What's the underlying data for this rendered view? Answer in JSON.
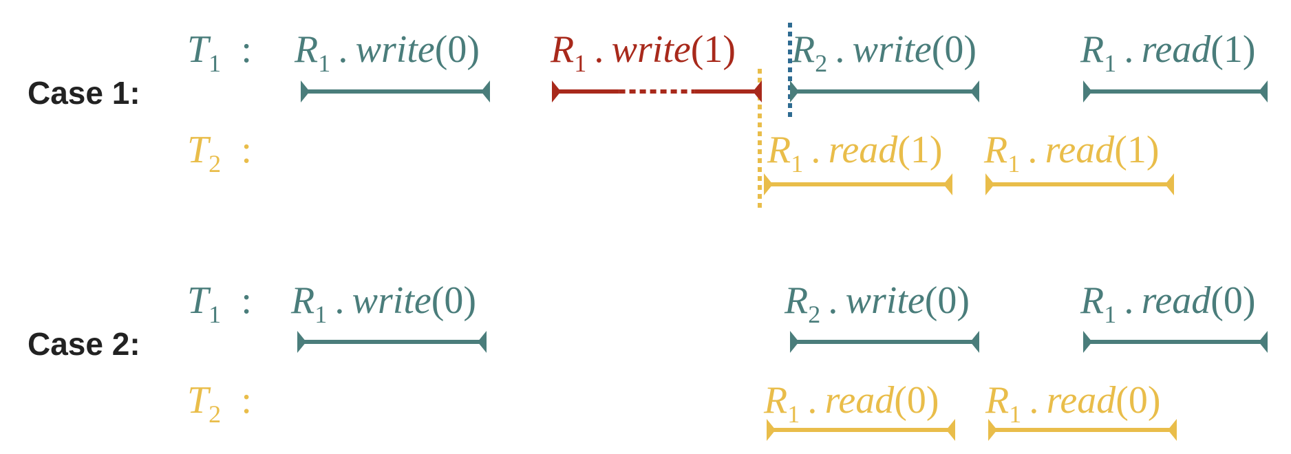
{
  "colors": {
    "teal": "#4a7d7b",
    "gold": "#e9bd4a",
    "red": "#a8291b",
    "blue_dash": "#2e6b91",
    "label": "#222222"
  },
  "cases": [
    {
      "label": "Case 1:",
      "threads": [
        {
          "name": "T",
          "sub": "1",
          "colon": ":",
          "color": "teal",
          "ops": [
            {
              "reg": "R",
              "sub": "1",
              "dot": ".",
              "op": "write",
              "arg": "(0)",
              "color": "teal",
              "style": "solid"
            },
            {
              "reg": "R",
              "sub": "1",
              "dot": ".",
              "op": "write",
              "arg": "(1)",
              "color": "red",
              "style": "dashed-middle"
            },
            {
              "reg": "R",
              "sub": "2",
              "dot": ".",
              "op": "write",
              "arg": "(0)",
              "color": "teal",
              "style": "solid"
            },
            {
              "reg": "R",
              "sub": "1",
              "dot": ".",
              "op": "read",
              "arg": "(1)",
              "color": "teal",
              "style": "solid"
            }
          ]
        },
        {
          "name": "T",
          "sub": "2",
          "colon": ":",
          "color": "gold",
          "ops": [
            {
              "reg": "R",
              "sub": "1",
              "dot": ".",
              "op": "read",
              "arg": "(1)",
              "color": "gold",
              "style": "solid"
            },
            {
              "reg": "R",
              "sub": "1",
              "dot": ".",
              "op": "read",
              "arg": "(1)",
              "color": "gold",
              "style": "solid"
            }
          ]
        }
      ],
      "markers": [
        {
          "color": "gold",
          "style": "dotted"
        },
        {
          "color": "blue_dash",
          "style": "dotted"
        }
      ]
    },
    {
      "label": "Case 2:",
      "threads": [
        {
          "name": "T",
          "sub": "1",
          "colon": ":",
          "color": "teal",
          "ops": [
            {
              "reg": "R",
              "sub": "1",
              "dot": ".",
              "op": "write",
              "arg": "(0)",
              "color": "teal",
              "style": "solid"
            },
            {
              "reg": "R",
              "sub": "2",
              "dot": ".",
              "op": "write",
              "arg": "(0)",
              "color": "teal",
              "style": "solid"
            },
            {
              "reg": "R",
              "sub": "1",
              "dot": ".",
              "op": "read",
              "arg": "(0)",
              "color": "teal",
              "style": "solid"
            }
          ]
        },
        {
          "name": "T",
          "sub": "2",
          "colon": ":",
          "color": "gold",
          "ops": [
            {
              "reg": "R",
              "sub": "1",
              "dot": ".",
              "op": "read",
              "arg": "(0)",
              "color": "gold",
              "style": "solid"
            },
            {
              "reg": "R",
              "sub": "1",
              "dot": ".",
              "op": "read",
              "arg": "(0)",
              "color": "gold",
              "style": "solid"
            }
          ]
        }
      ],
      "markers": []
    }
  ]
}
